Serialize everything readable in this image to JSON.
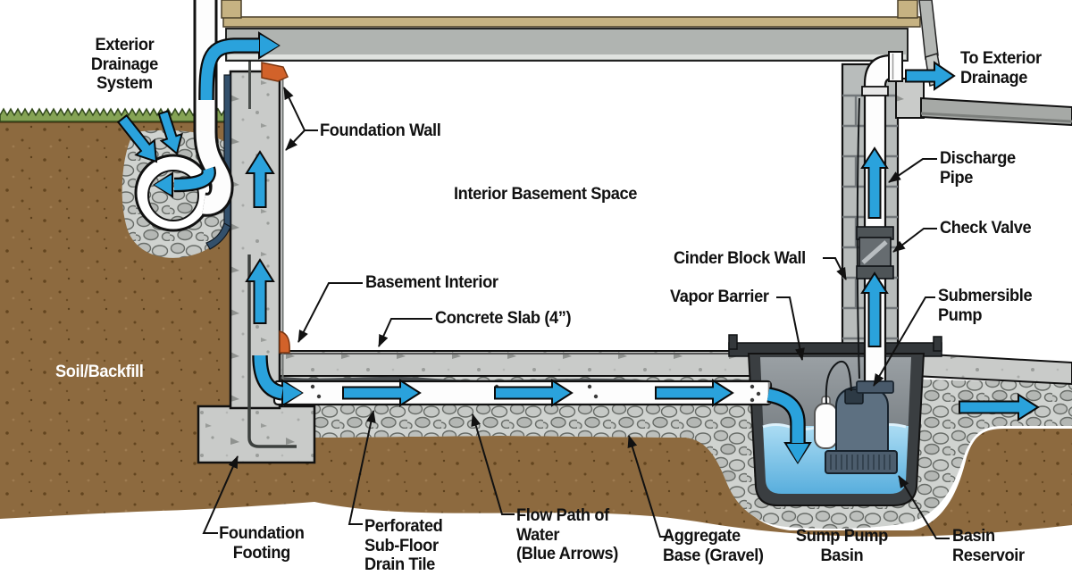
{
  "diagram_title": "Basement exterior and interior drainage system cross-section",
  "labels": {
    "exterior_drainage_system": "Exterior\nDrainage\nSystem",
    "foundation_wall": "Foundation Wall",
    "interior_basement_space": "Interior Basement Space",
    "basement_interior": "Basement Interior",
    "concrete_slab": "Concrete Slab (4”)",
    "soil_backfill": "Soil/Backfill",
    "foundation_footing": "Foundation\nFooting",
    "perforated_drain_tile": "Perforated\nSub-Floor\nDrain Tile",
    "flow_path_of_water": "Flow Path of\nWater\n(Blue Arrows)",
    "aggregate_base": "Aggregate\nBase (Gravel)",
    "sump_pump_basin": "Sump Pump\nBasin",
    "basin_reservoir": "Basin\nReservoir",
    "cinder_block_wall": "Cinder Block Wall",
    "vapor_barrier": "Vapor Barrier",
    "submersible_pump": "Submersible\nPump",
    "check_valve": "Check Valve",
    "discharge_pipe": "Discharge\nPipe",
    "to_exterior_drainage": "To Exterior\nDrainage"
  },
  "colors": {
    "flow_arrow_blue": "#2aa2dc",
    "soil_brown": "#8d6a3f",
    "gravel_gray": "#d0d3d0",
    "concrete_gray": "#c9cbc9",
    "water_blue": "#74bfe6",
    "sill_orange": "#d2622a",
    "basin_dark": "#3a3e41",
    "membrane_blue": "#33506b",
    "label_black": "#111111"
  }
}
